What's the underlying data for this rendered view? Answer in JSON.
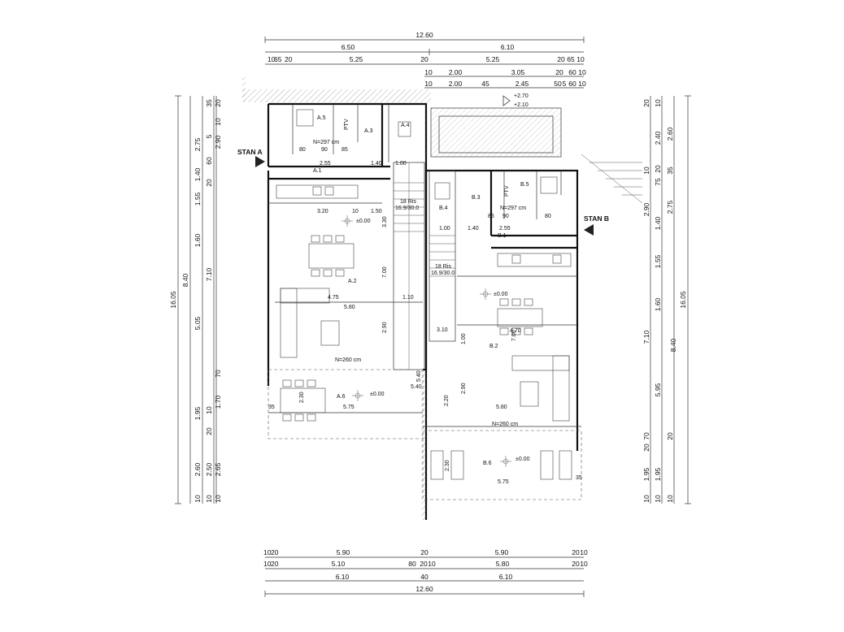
{
  "plan": {
    "stan_a": "STAN A",
    "stan_b": "STAN B",
    "ptv_labels": [
      "PTV",
      "PTV"
    ],
    "levels": {
      "top": "+2.70",
      "sub": "+2.10",
      "a2": "±0.00",
      "a6": "±0.00",
      "b2": "±0.00",
      "b6": "±0.00"
    },
    "rooms": [
      "A.1",
      "A.2",
      "A.3",
      "A.4",
      "A.5",
      "A.6",
      "B.1",
      "B.2",
      "B.3",
      "B.4",
      "B.5",
      "B.6"
    ],
    "stairs_notes": [
      "18 Ris",
      "16.9/30.0",
      "18 Ris",
      "16.9/30.0"
    ],
    "door_notes": [
      "N=260 cm",
      "N=260 cm",
      "N=297 cm",
      "N=297 cm"
    ],
    "interior_dims": [
      "3.20",
      "10",
      "1.50",
      "3.30",
      "7.00",
      "4.75",
      "5.80",
      "1.10",
      "2.90",
      "2.30",
      "5.75",
      "3.10",
      "1.00",
      "4.70",
      "7.00",
      "5.80",
      "2.30",
      "5.75",
      "2.55",
      "1.40",
      "1.00",
      "80",
      "90",
      "85",
      "2.55",
      "1.40",
      "1.00",
      "90",
      "80",
      "85",
      "5.40",
      "5.40",
      "2.20",
      "2.90",
      "35",
      "35"
    ]
  },
  "dims": {
    "top": {
      "total": "12.60",
      "halves": [
        "6.50",
        "6.10"
      ],
      "row3": [
        "10",
        "65",
        "20",
        "5.25",
        "20",
        "5.25",
        "20",
        "65",
        "10"
      ],
      "row4": [
        "10",
        "2.00",
        "3.05",
        "20",
        "60",
        "10"
      ],
      "row5": [
        "10",
        "2.00",
        "45",
        "2.45",
        "50",
        "5",
        "60",
        "10"
      ]
    },
    "bottom": {
      "row1": [
        "10",
        "20",
        "5.90",
        "20",
        "5.90",
        "20",
        "10"
      ],
      "row2": [
        "10",
        "20",
        "5.10",
        "80",
        "20",
        "10",
        "5.80",
        "20",
        "10"
      ],
      "row3": [
        "6.10",
        "40",
        "6.10"
      ],
      "total": "12.60"
    },
    "left": {
      "total": "16.05",
      "col2": [
        "8.40"
      ],
      "col3": [
        "2.75",
        "1.40",
        "1.55",
        "1.60",
        "5.05",
        "1.95",
        "2.60",
        "10"
      ],
      "col4": [
        "35",
        "5",
        "60",
        "20",
        "7.10",
        "10",
        "20",
        "2.50",
        "10"
      ],
      "col5": [
        "20",
        "10",
        "2.90",
        "70",
        "1.70",
        "2.65",
        "10"
      ]
    },
    "right": {
      "total": "16.05",
      "col2": [
        "8.40"
      ],
      "col3": [
        "20",
        "10",
        "2.90",
        "7.10",
        "70",
        "20",
        "1.95",
        "10"
      ],
      "col4": [
        "10",
        "2.40",
        "20",
        "75",
        "1.40",
        "1.55",
        "1.60",
        "5.95",
        "1.95",
        "10"
      ],
      "col5": [
        "2.60",
        "35",
        "2.75",
        "20",
        "10"
      ]
    }
  }
}
